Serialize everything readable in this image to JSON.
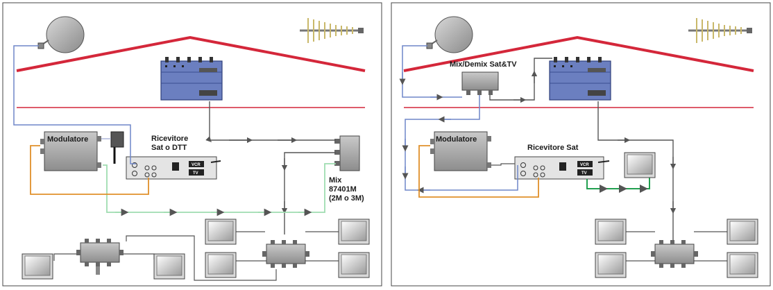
{
  "labels": {
    "left_modulator": "Modulatore",
    "left_receiver_line1": "Ricevitore",
    "left_receiver_line2": "Sat o DTT",
    "mix_line1": "Mix",
    "mix_line2": "87401M",
    "mix_line3": "(2M o 3M)",
    "right_mixdemix": "Mix/Demix Sat&TV",
    "right_modulator": "Modulatore",
    "right_receiver": "Ricevitore Sat",
    "vcr_label": "VCR",
    "tv_label": "TV"
  },
  "colors": {
    "roof": "#d4273a",
    "sat_cable": "#6f86c8",
    "coax_gray": "#555555",
    "orange_cable": "#e0902a",
    "light_green_cable": "#9fdcb0",
    "green_cable": "#22a050",
    "amp_blue": "#6b7fc0"
  }
}
